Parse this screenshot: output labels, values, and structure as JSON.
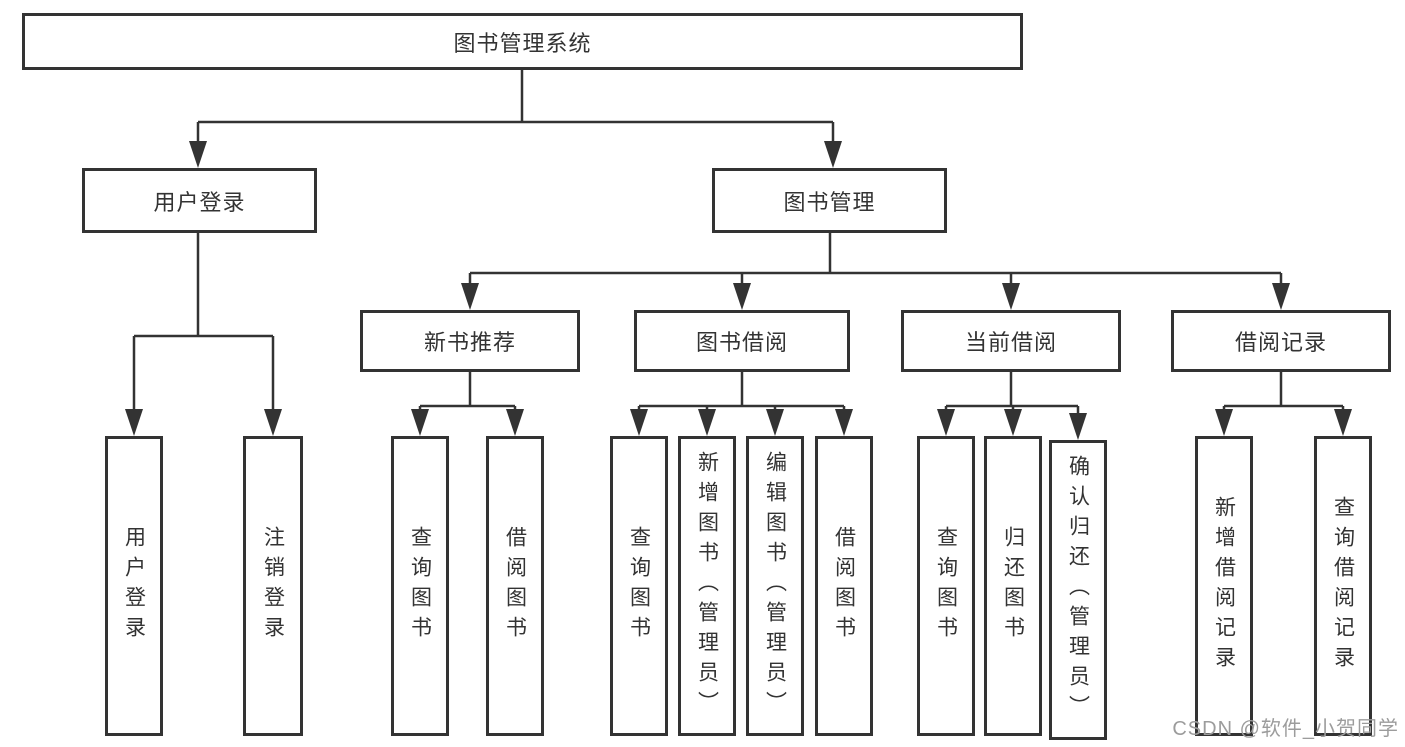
{
  "diagram": {
    "type": "tree",
    "root": {
      "label": "图书管理系统"
    },
    "branches": [
      {
        "label": "用户登录",
        "children": [
          {
            "label": "用户登录"
          },
          {
            "label": "注销登录"
          }
        ]
      },
      {
        "label": "图书管理",
        "children": [
          {
            "label": "新书推荐",
            "children": [
              {
                "label": "查询图书"
              },
              {
                "label": "借阅图书"
              }
            ]
          },
          {
            "label": "图书借阅",
            "children": [
              {
                "label": "查询图书"
              },
              {
                "label": "新增图书（管理员）"
              },
              {
                "label": "编辑图书（管理员）"
              },
              {
                "label": "借阅图书"
              }
            ]
          },
          {
            "label": "当前借阅",
            "children": [
              {
                "label": "查询图书"
              },
              {
                "label": "归还图书"
              },
              {
                "label": "确认归还（管理员）"
              }
            ]
          },
          {
            "label": "借阅记录",
            "children": [
              {
                "label": "新增借阅记录"
              },
              {
                "label": "查询借阅记录"
              }
            ]
          }
        ]
      }
    ],
    "colors": {
      "line": "#333333",
      "text": "#333333",
      "box_background": "#ffffff",
      "watermark": "#9c9c9c"
    },
    "watermark": {
      "text": "CSDN @软件_小贺同学"
    }
  }
}
